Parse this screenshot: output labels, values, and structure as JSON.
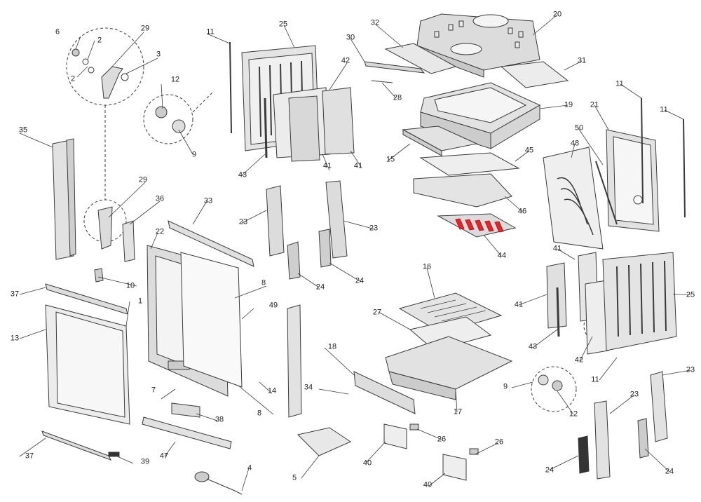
{
  "diagram": {
    "callouts": [
      {
        "id": "c1",
        "text": "1"
      },
      {
        "id": "c2a",
        "text": "2"
      },
      {
        "id": "c2b",
        "text": "2"
      },
      {
        "id": "c3",
        "text": "3"
      },
      {
        "id": "c4",
        "text": "4"
      },
      {
        "id": "c5",
        "text": "5"
      },
      {
        "id": "c6",
        "text": "6"
      },
      {
        "id": "c7",
        "text": "7"
      },
      {
        "id": "c8a",
        "text": "8"
      },
      {
        "id": "c8b",
        "text": "8"
      },
      {
        "id": "c9a",
        "text": "9"
      },
      {
        "id": "c9b",
        "text": "9"
      },
      {
        "id": "c10",
        "text": "10"
      },
      {
        "id": "c11a",
        "text": "11"
      },
      {
        "id": "c11b",
        "text": "11"
      },
      {
        "id": "c11c",
        "text": "11"
      },
      {
        "id": "c11d",
        "text": "11"
      },
      {
        "id": "c12a",
        "text": "12"
      },
      {
        "id": "c12b",
        "text": "12"
      },
      {
        "id": "c13",
        "text": "13"
      },
      {
        "id": "c14",
        "text": "14"
      },
      {
        "id": "c15",
        "text": "15"
      },
      {
        "id": "c16",
        "text": "16"
      },
      {
        "id": "c17",
        "text": "17"
      },
      {
        "id": "c18",
        "text": "18"
      },
      {
        "id": "c19",
        "text": "19"
      },
      {
        "id": "c20",
        "text": "20"
      },
      {
        "id": "c21",
        "text": "21"
      },
      {
        "id": "c22",
        "text": "22"
      },
      {
        "id": "c23a",
        "text": "23"
      },
      {
        "id": "c23b",
        "text": "23"
      },
      {
        "id": "c23c",
        "text": "23"
      },
      {
        "id": "c23d",
        "text": "23"
      },
      {
        "id": "c24a",
        "text": "24"
      },
      {
        "id": "c24b",
        "text": "24"
      },
      {
        "id": "c24c",
        "text": "24"
      },
      {
        "id": "c24d",
        "text": "24"
      },
      {
        "id": "c25a",
        "text": "25"
      },
      {
        "id": "c25b",
        "text": "25"
      },
      {
        "id": "c26a",
        "text": "26"
      },
      {
        "id": "c26b",
        "text": "26"
      },
      {
        "id": "c27",
        "text": "27"
      },
      {
        "id": "c28",
        "text": "28"
      },
      {
        "id": "c29a",
        "text": "29"
      },
      {
        "id": "c29b",
        "text": "29"
      },
      {
        "id": "c30",
        "text": "30"
      },
      {
        "id": "c31",
        "text": "31"
      },
      {
        "id": "c32",
        "text": "32"
      },
      {
        "id": "c33",
        "text": "33"
      },
      {
        "id": "c34",
        "text": "34"
      },
      {
        "id": "c35",
        "text": "35"
      },
      {
        "id": "c36",
        "text": "36"
      },
      {
        "id": "c37a",
        "text": "37"
      },
      {
        "id": "c37b",
        "text": "37"
      },
      {
        "id": "c38",
        "text": "38"
      },
      {
        "id": "c39",
        "text": "39"
      },
      {
        "id": "c40a",
        "text": "40"
      },
      {
        "id": "c40b",
        "text": "40"
      },
      {
        "id": "c41a",
        "text": "41"
      },
      {
        "id": "c41b",
        "text": "41"
      },
      {
        "id": "c41c",
        "text": "41"
      },
      {
        "id": "c41d",
        "text": "41"
      },
      {
        "id": "c42a",
        "text": "42"
      },
      {
        "id": "c42b",
        "text": "42"
      },
      {
        "id": "c43a",
        "text": "43"
      },
      {
        "id": "c43b",
        "text": "43"
      },
      {
        "id": "c44",
        "text": "44"
      },
      {
        "id": "c45",
        "text": "45"
      },
      {
        "id": "c46",
        "text": "46"
      },
      {
        "id": "c47",
        "text": "47"
      },
      {
        "id": "c48",
        "text": "48"
      },
      {
        "id": "c49",
        "text": "49"
      },
      {
        "id": "c50",
        "text": "50"
      }
    ],
    "colors": {
      "line": "#3a3a3a",
      "fill": "#e6e6e6",
      "fill_dark": "#bdbdbd",
      "highlight": "#e8242b"
    }
  }
}
